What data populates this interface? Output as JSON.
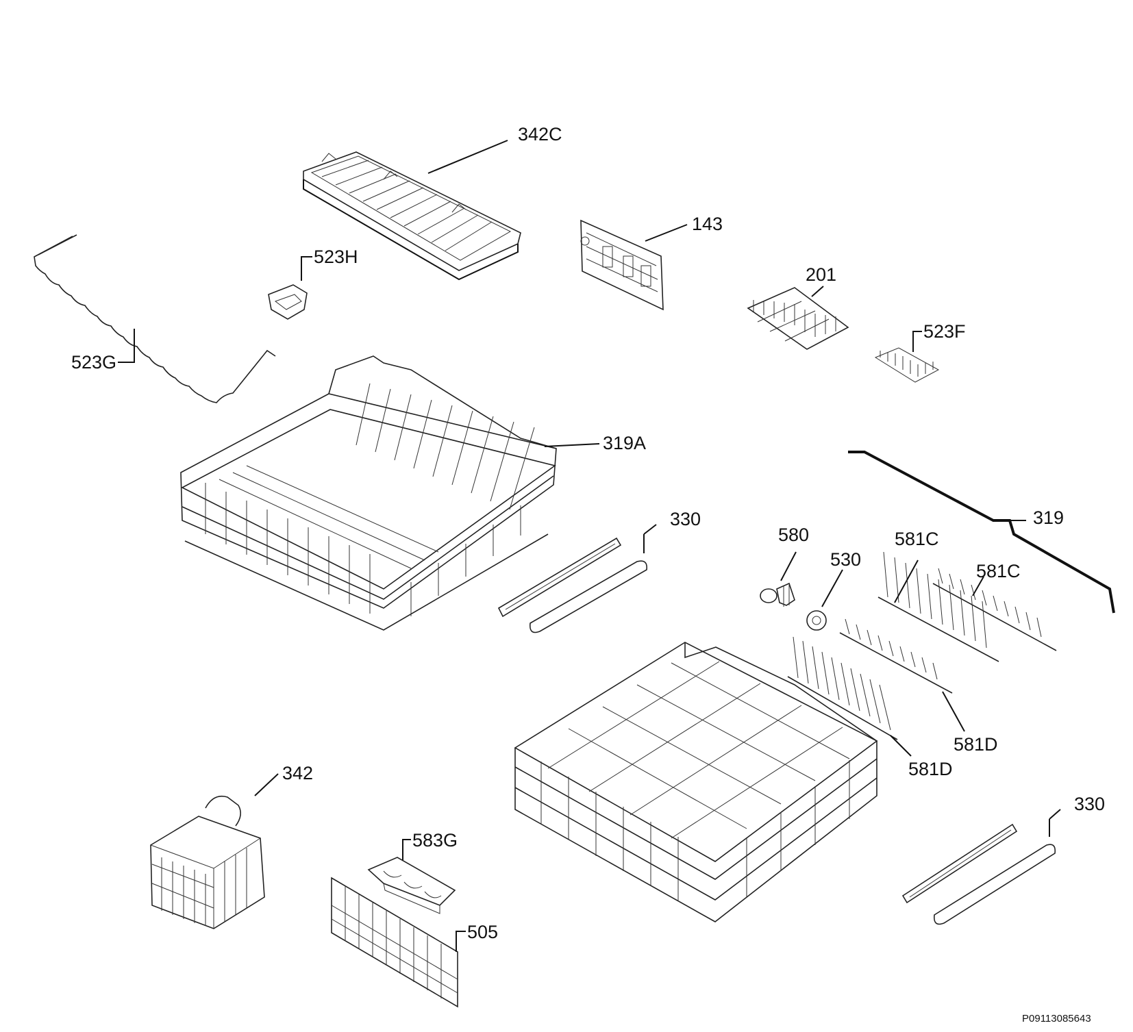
{
  "diagram": {
    "callouts": {
      "c342C": "342C",
      "c143": "143",
      "c523H": "523H",
      "c523G": "523G",
      "c201": "201",
      "c523F": "523F",
      "c319A": "319A",
      "c330a": "330",
      "c319": "319",
      "c580": "580",
      "c530": "530",
      "c581Ca": "581C",
      "c581Cb": "581C",
      "c581Da": "581D",
      "c581Db": "581D",
      "c342": "342",
      "c583G": "583G",
      "c505": "505",
      "c330b": "330"
    },
    "document_code": "P09113085643"
  }
}
